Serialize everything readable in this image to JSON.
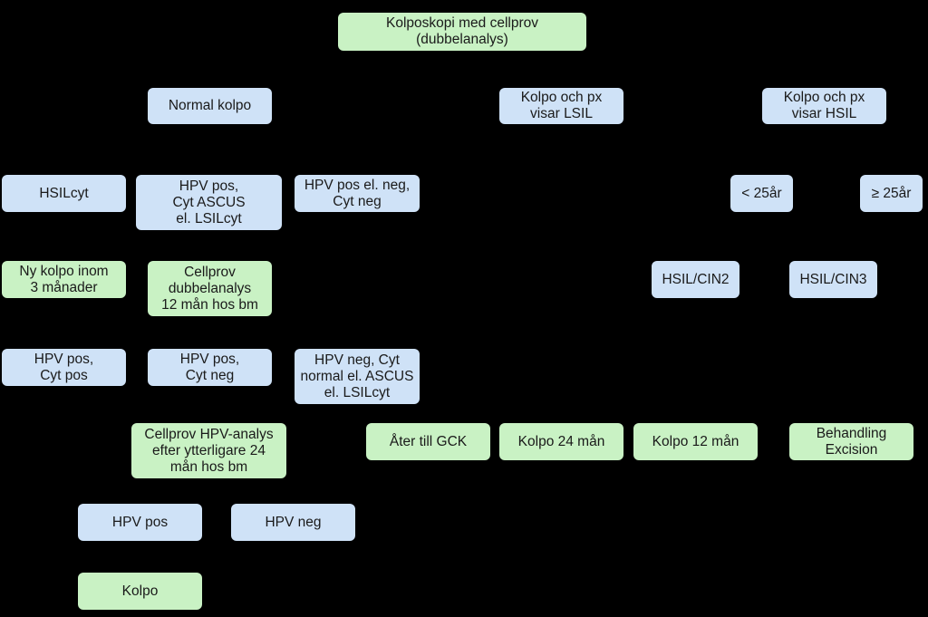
{
  "diagram": {
    "type": "flowchart",
    "colors": {
      "background": "#000000",
      "finding_node": "#cfe2f7",
      "action_node": "#c9f2c4",
      "text": "#1a1a1a"
    },
    "nodes": {
      "root": "Kolposkopi med cellprov\n(dubbelanalys)",
      "normal_kolpo": "Normal kolpo",
      "kolpo_lsil": "Kolpo och px\nvisar LSIL",
      "kolpo_hsil": "Kolpo och px\nvisar HSIL",
      "hsilcyt": "HSILcyt",
      "hpv_pos_ascus": "HPV pos,\nCyt ASCUS\nel. LSILcyt",
      "hpv_pos_neg_cyt_neg": "HPV pos el. neg,\nCyt neg",
      "under_25": "< 25år",
      "over_25": "≥ 25år",
      "ny_kolpo": "Ny kolpo inom\n3 månader",
      "cellprov_12": "Cellprov\ndubbelanalys\n12 mån hos bm",
      "hsil_cin2": "HSIL/CIN2",
      "hsil_cin3": "HSIL/CIN3",
      "hpv_pos_cyt_pos": "HPV pos,\nCyt pos",
      "hpv_pos_cyt_neg": "HPV pos,\nCyt neg",
      "hpv_neg_cyt_normal": "HPV neg, Cyt\nnormal el. ASCUS\nel. LSILcyt",
      "cellprov_24": "Cellprov HPV-analys\nefter ytterligare 24\nmån hos bm",
      "ater_gck": "Åter till GCK",
      "kolpo_24": "Kolpo 24 mån",
      "kolpo_12": "Kolpo 12 mån",
      "behandling": "Behandling\nExcision",
      "hpv_pos": "HPV pos",
      "hpv_neg": "HPV neg",
      "kolpo": "Kolpo"
    }
  }
}
